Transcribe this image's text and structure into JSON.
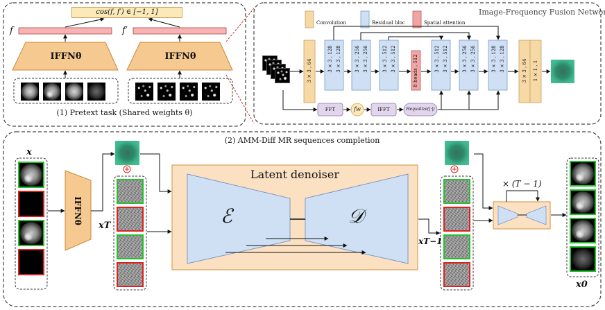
{
  "pretext": {
    "caption": "(1) Pretext task (Shared weights θ)",
    "similarity": "cos(f, f′) ∈ [−1, 1]",
    "f_label": "f",
    "f_prime_label": "f′",
    "ifnn_left": "IFFNθ",
    "ifnn_right": "IFFNθ"
  },
  "ifnn_network": {
    "title": "Image-Frequency Fusion Network",
    "legend": [
      {
        "label": "Convolution",
        "color": "#f7d9a6"
      },
      {
        "label": "Residual bloc",
        "color": "#cfe0f5"
      },
      {
        "label": "Spatial attention",
        "color": "#f2a5a5"
      }
    ],
    "first_conv": "3 × 3 , 64",
    "res_blocks": [
      {
        "top": "3 × 3 , 128",
        "bottom": "3 × 3 , 128"
      },
      {
        "top": "3 × 3 , 256",
        "bottom": "3 × 3 , 256"
      },
      {
        "top": "3 × 3 , 512",
        "bottom": "3 × 3 , 512"
      }
    ],
    "attention": "8 heads , 512",
    "res_blocks_up": [
      {
        "top": "3 × 3 , 512",
        "bottom": "3 × 3 , 512"
      },
      {
        "top": "3 × 3 , 256",
        "bottom": "3 × 3 , 256"
      },
      {
        "top": "3 × 3 , 128",
        "bottom": "3 × 3 , 128"
      }
    ],
    "last_conv_a": "3 × 3 , 64",
    "last_conv_b": "1 × 1 , 1",
    "fft": "FFT",
    "fw": "fw",
    "ifft": "IFFT",
    "equalize": "Hequalize(|·|)"
  },
  "diffusion": {
    "caption": "(2) AMM-Diff MR sequences completion",
    "x_label": "x",
    "xT_label": "xT",
    "xT1_label": "xT−1",
    "x0_label": "x0",
    "ifnn_label": "IFFNθ",
    "denoiser_title": "Latent denoiser",
    "encoder": "ℰ",
    "decoder": "𝒟",
    "repeat": "× (T − 1)",
    "plus": "⊕"
  },
  "colors": {
    "orange": "#f6c990",
    "orange_border": "#c9883a",
    "pink": "#f6b4b4",
    "blue": "#cfe0f5",
    "teal": "#3fb58a",
    "red": "#e02020",
    "green": "#22c22b",
    "dashed_red": "#c0392b"
  }
}
